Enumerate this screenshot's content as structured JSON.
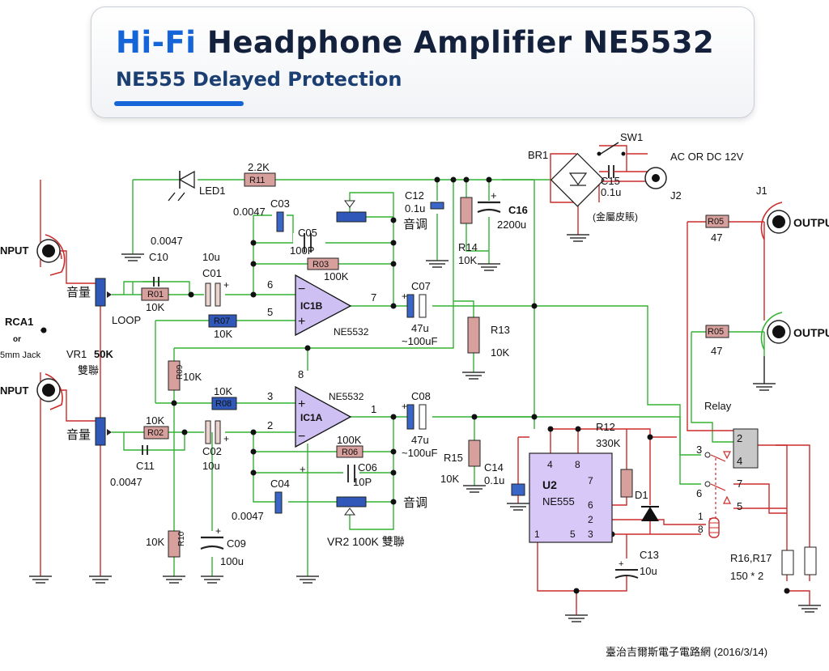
{
  "header": {
    "title_accent": "Hi-Fi",
    "title_rest": "Headphone Amplifier NE5532",
    "subtitle": "NE555 Delayed Protection",
    "accent_color": "#1565d8"
  },
  "left_panel": {
    "input_top": "NPUT",
    "input_bottom": "NPUT",
    "rca": "RCA1",
    "or": "or",
    "jack": "5mm Jack",
    "volume_top": "音量",
    "volume_bottom": "音量",
    "vr1_name": "VR1",
    "vr1_value": "50K",
    "vr1_type": "雙聯",
    "loop": "LOOP"
  },
  "components": {
    "led1": "LED1",
    "r11": "R11",
    "r11_value": "2.2K",
    "c10": "C10",
    "c10_value": "0.0047",
    "r01": "R01",
    "r01_value": "10K",
    "c01": "C01",
    "c01_value": "10u",
    "c03": "C03",
    "c03_value": "0.0047",
    "c05": "C05",
    "c05_value": "100P",
    "r03": "R03",
    "r03_value": "100K",
    "tone_top": "音调",
    "ic1b": "IC1B",
    "ic1b_part": "NE5532",
    "pin6": "6",
    "pin5": "5",
    "pin7": "7",
    "r07": "R07",
    "r07_value": "10K",
    "c07": "C07",
    "c07_value1": "47u",
    "c07_value2": "~100uF",
    "r13": "R13",
    "r13_value": "10K",
    "c12": "C12",
    "c12_value": "0.1u",
    "c16": "C16",
    "c16_value": "2200u",
    "r14": "R14",
    "r14_value": "10K",
    "r09": "R09",
    "r09_value": "10K",
    "pin8": "8",
    "r08": "R08",
    "r08_value": "10K",
    "pin3": "3",
    "ic1a": "IC1A",
    "ic1a_part": "NE5532",
    "pin1": "1",
    "pin2": "2",
    "r02": "R02",
    "r02_value": "10K",
    "c02": "C02",
    "c02_value": "10u",
    "c11": "C11",
    "c11_value": "0.0047",
    "c08": "C08",
    "c08_value1": "47u",
    "c08_value2": "~100uF",
    "r15": "R15",
    "r15_value": "10K",
    "r06": "R06",
    "r06_value": "100K",
    "c06": "C06",
    "c06_value": "10P",
    "c04": "C04",
    "c04_value": "0.0047",
    "tone_bottom": "音调",
    "vr2": "VR2 100K 雙聯",
    "r10": "R10",
    "r10_value": "10K",
    "c09": "C09",
    "c09_value": "100u",
    "c14": "C14",
    "c14_value": "0.1u",
    "r12": "R12",
    "r12_value": "330K",
    "u2": "U2",
    "u2_part": "NE555",
    "u2_pin4": "4",
    "u2_pin8": "8",
    "u2_pin7": "7",
    "u2_pin6": "6",
    "u2_pin2": "2",
    "u2_pin1": "1",
    "u2_pin5": "5",
    "u2_pin3": "3",
    "d1": "D1",
    "c13": "C13",
    "c13_value": "10u",
    "br1": "BR1",
    "sw1": "SW1",
    "c15": "C15",
    "c15_value": "0.1u",
    "j2": "J2",
    "ac_dc": "AC OR DC 12V",
    "metal_case": "(金屬皮賬)",
    "j1": "J1",
    "r05_top": "R05",
    "r05_top_value": "47",
    "r05_bottom": "R05",
    "r05_bottom_value": "47",
    "output_top": "OUTPU",
    "output_bottom": "OUTPU",
    "relay": "Relay",
    "relay_p2": "2",
    "relay_p3": "3",
    "relay_p4": "4",
    "relay_p5": "5",
    "relay_p6": "6",
    "relay_p7": "7",
    "relay_p1": "1",
    "relay_p8": "8",
    "r16_r17": "R16,R17",
    "r16_value": "150 * 2"
  },
  "footer": {
    "credit": "臺治吉爾斯電子電路網 (2016/3/14)"
  }
}
